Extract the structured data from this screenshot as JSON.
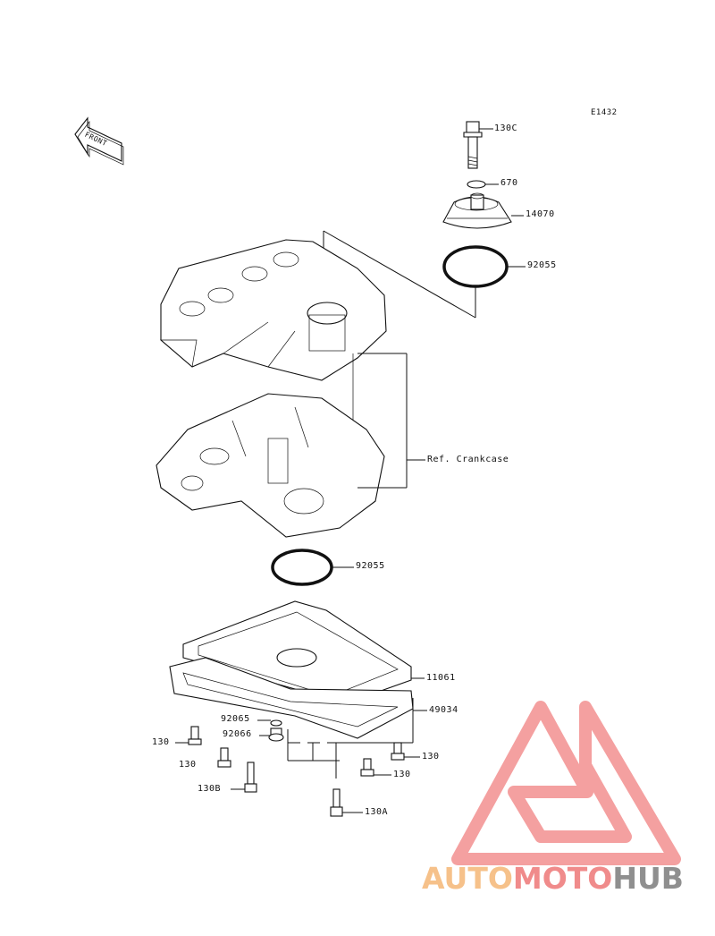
{
  "diagram_code": "E1432",
  "front_arrow_text": "FRONT",
  "labels": {
    "bolt_top": "130C",
    "oring_small": "670",
    "cap": "14070",
    "oring_upper": "92055",
    "crankcase_ref": "Ref. Crankcase",
    "oring_lower": "92055",
    "gasket": "11061",
    "oil_pan": "49034",
    "plug_washer": "92065",
    "plug": "92066",
    "bolt_left_a": "130",
    "bolt_left_b": "130",
    "bolt_right_a": "130",
    "bolt_right_b": "130",
    "bolt_130b": "130B",
    "bolt_130a": "130A"
  },
  "watermark": {
    "part1": "AUTO",
    "part2": "MOTO",
    "part3": "HUB",
    "colors": {
      "auto": "#f6c18a",
      "moto": "#f08b8b",
      "hub": "#8f8f8f",
      "logo": "#f08080"
    }
  }
}
